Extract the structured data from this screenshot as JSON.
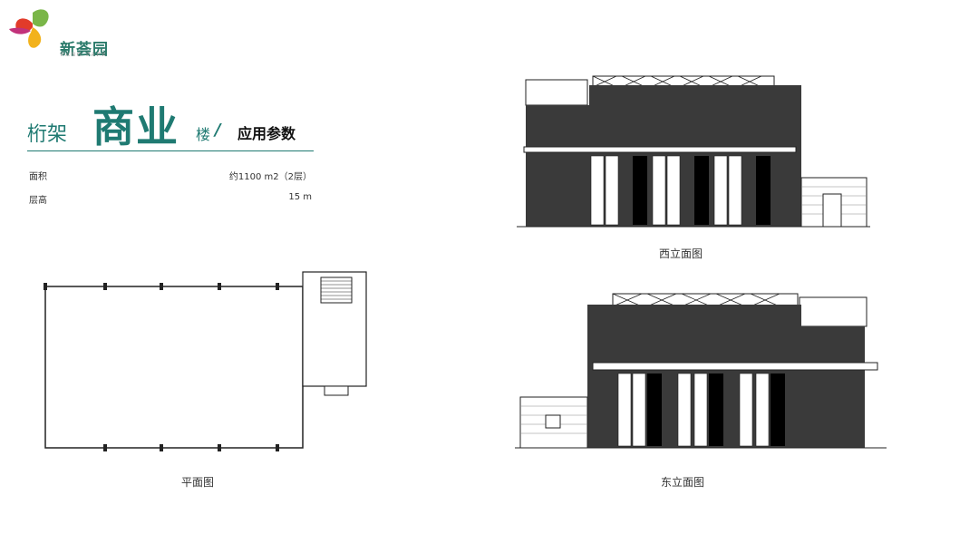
{
  "logo": {
    "name": "新荟园",
    "subtitle": "PANO PAPK"
  },
  "title": {
    "part1": "桁架",
    "part2": "商业",
    "part3": "楼",
    "slash": "/",
    "part4": "应用参数"
  },
  "params": [
    {
      "label": "面积",
      "value": "约1100 m2（2层）"
    },
    {
      "label": "层高",
      "value": "15 m"
    }
  ],
  "drawings": {
    "floor_plan": "平面图",
    "west_elevation": "西立面图",
    "east_elevation": "东立面图"
  },
  "colors": {
    "accent": "#1f7a72",
    "wall": "#3a3a3a"
  }
}
